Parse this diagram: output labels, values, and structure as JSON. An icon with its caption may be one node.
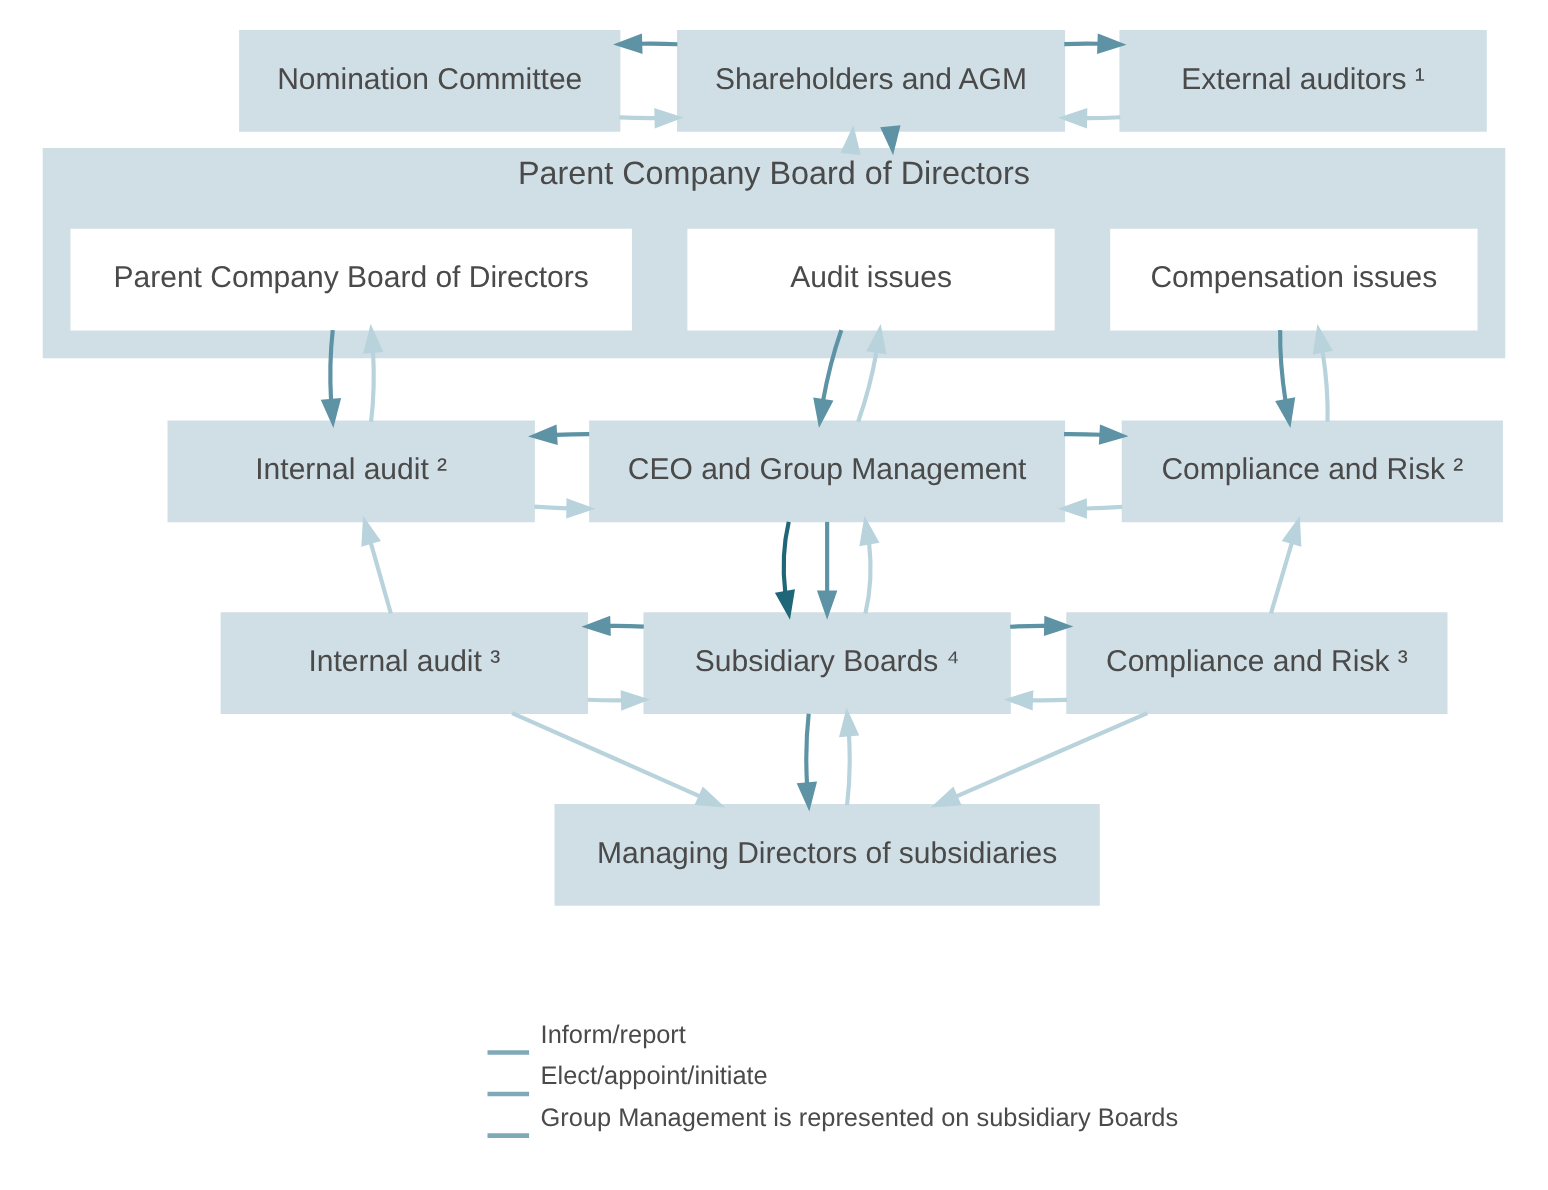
{
  "diagram": {
    "nodes": [
      {
        "text": [
          "Nomination Committee"
        ]
      },
      {
        "text": [
          "Shareholders and AGM"
        ]
      },
      {
        "text": [
          "External auditors ¹"
        ]
      },
      {
        "text": [
          "Parent Company Board of Directors"
        ]
      },
      {
        "text": [
          "Parent Company Board of Directors"
        ],
        "in": 3
      },
      {
        "text": [
          "Audit issues"
        ],
        "in": 3
      },
      {
        "text": [
          "Compensation issues"
        ],
        "in": 3
      },
      {
        "text": [
          "Internal audit ²"
        ]
      },
      {
        "text": [
          "CEO and Group Management"
        ]
      },
      {
        "text": [
          "Compliance and Risk ²"
        ]
      },
      {
        "text": [
          "Internal audit ³"
        ]
      },
      {
        "text": [
          "Subsidiary Boards ⁴"
        ]
      },
      {
        "text": [
          "Compliance and Risk ³"
        ]
      },
      {
        "text": [
          "Managing Directors of subsidiaries"
        ]
      }
    ],
    "edges": [
      {
        "from": 0,
        "to": 1,
        "arrow": "to"
      },
      {
        "from": 1,
        "to": 0,
        "arrow": "to",
        "color": "#5e93a5"
      },
      {
        "from": 2,
        "to": 1,
        "arrow": "to"
      },
      {
        "from": 1,
        "to": 2,
        "arrow": "to",
        "color": "#5e93a5"
      },
      {
        "from": 1,
        "to": 3,
        "arrow": "to",
        "color": "#5e93a5"
      },
      {
        "from": 3,
        "to": 1,
        "arrow": "to"
      },
      {
        "from": 4,
        "to": 7,
        "arrow": "to",
        "color": "#5e93a5"
      },
      {
        "from": 7,
        "to": 4,
        "arrow": "to"
      },
      {
        "from": 5,
        "to": 8,
        "arrow": "to",
        "color": "#5e93a5"
      },
      {
        "from": 8,
        "to": 5,
        "arrow": "to"
      },
      {
        "from": 6,
        "to": 9,
        "arrow": "to",
        "color": "#5e93a5"
      },
      {
        "from": 9,
        "to": 6,
        "arrow": "to"
      },
      {
        "from": 7,
        "to": 8,
        "arrow": "to"
      },
      {
        "from": 8,
        "to": 7,
        "arrow": "to",
        "color": "#5e93a5"
      },
      {
        "from": 9,
        "to": 8,
        "arrow": "to"
      },
      {
        "from": 8,
        "to": 9,
        "arrow": "to",
        "color": "#5e93a5"
      },
      {
        "from": 8,
        "to": 11,
        "arrow": "to",
        "color": "#1f6678"
      },
      {
        "from": 8,
        "to": 11,
        "arrow": "to",
        "color": "#5e93a5"
      },
      {
        "from": 11,
        "to": 8,
        "arrow": "to"
      },
      {
        "from": 10,
        "to": 7,
        "arrow": "to"
      },
      {
        "from": 12,
        "to": 9,
        "arrow": "to"
      },
      {
        "from": 10,
        "to": 11,
        "arrow": "to"
      },
      {
        "from": 11,
        "to": 10,
        "arrow": "to",
        "color": "#5e93a5"
      },
      {
        "from": 12,
        "to": 11,
        "arrow": "to"
      },
      {
        "from": 11,
        "to": 12,
        "arrow": "to",
        "color": "#5e93a5"
      },
      {
        "from": 11,
        "to": 13,
        "arrow": "to",
        "color": "#5e93a5"
      },
      {
        "from": 13,
        "to": 11,
        "arrow": "to"
      },
      {
        "from": 10,
        "to": 13,
        "arrow": "to"
      },
      {
        "from": 12,
        "to": 13,
        "arrow": "to"
      }
    ],
    "legend": [
      {
        "text": "Inform/report"
      },
      {
        "text": "Elect/appoint/initiate"
      },
      {
        "text": "Group Management is represented on subsidiary Boards"
      }
    ]
  }
}
